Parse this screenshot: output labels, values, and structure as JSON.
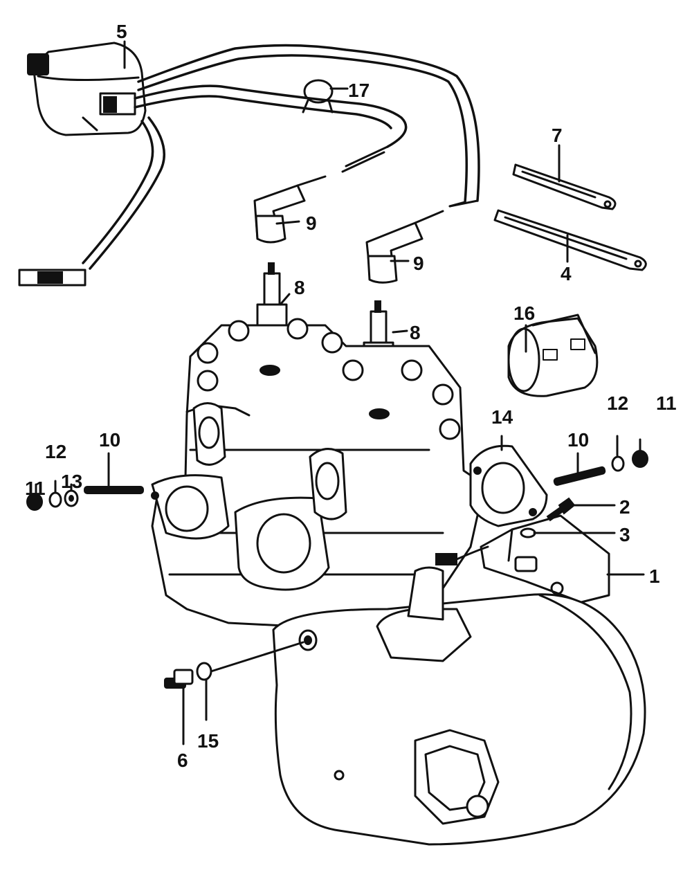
{
  "callouts": [
    {
      "id": "1",
      "label": "1"
    },
    {
      "id": "2",
      "label": "2"
    },
    {
      "id": "3",
      "label": "3"
    },
    {
      "id": "4",
      "label": "4"
    },
    {
      "id": "5",
      "label": "5"
    },
    {
      "id": "6",
      "label": "6"
    },
    {
      "id": "7",
      "label": "7"
    },
    {
      "id": "8a",
      "label": "8"
    },
    {
      "id": "8b",
      "label": "8"
    },
    {
      "id": "9a",
      "label": "9"
    },
    {
      "id": "9b",
      "label": "9"
    },
    {
      "id": "10a",
      "label": "10"
    },
    {
      "id": "10b",
      "label": "10"
    },
    {
      "id": "11a",
      "label": "11"
    },
    {
      "id": "11b",
      "label": "11"
    },
    {
      "id": "12a",
      "label": "12"
    },
    {
      "id": "12b",
      "label": "12"
    },
    {
      "id": "13",
      "label": "13"
    },
    {
      "id": "14",
      "label": "14"
    },
    {
      "id": "15",
      "label": "15"
    },
    {
      "id": "16",
      "label": "16"
    },
    {
      "id": "17",
      "label": "17"
    }
  ]
}
